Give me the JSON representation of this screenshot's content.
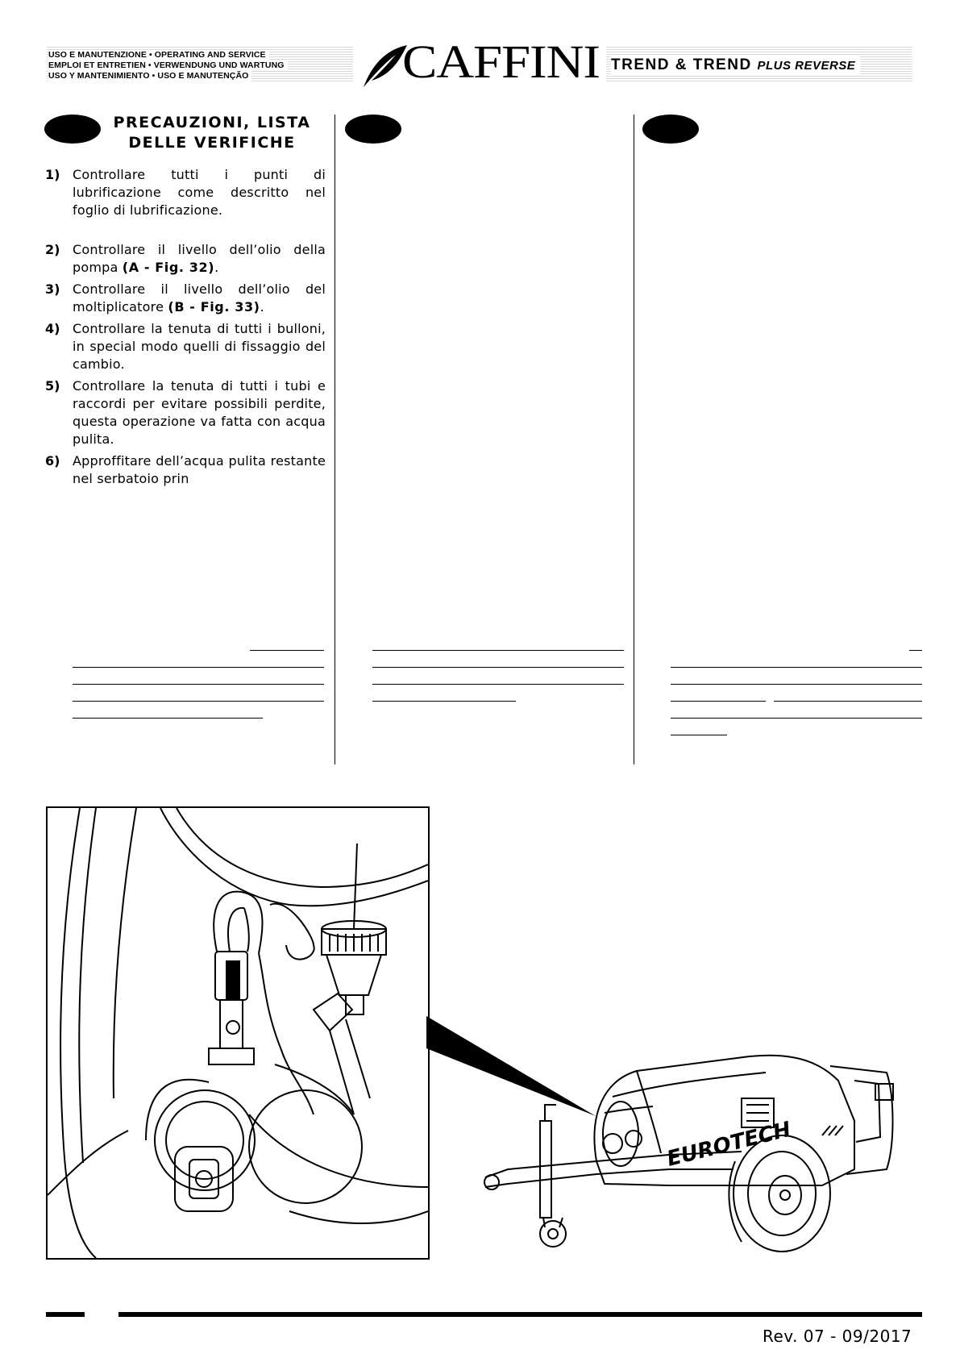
{
  "header": {
    "lines": [
      "USO E MANUTENZIONE • OPERATING AND SERVICE",
      "EMPLOI ET ENTRETIEN • VERWENDUNG UND WARTUNG",
      "USO Y MANTENIMIENTO • USO E MANUTENÇÃO"
    ],
    "brand": "CAFFINI",
    "model_main": "TREND & TREND",
    "model_plus": "PLUS REVERSE"
  },
  "section": {
    "title": "PRECAUZIONI, LISTA DELLE VERIFICHE",
    "items": [
      {
        "num": "1)",
        "text": "Controllare tutti i punti di lubrificazione come descritto nel foglio di lubrificazione."
      },
      {
        "num": "2)",
        "text": "Controllare il livello dell’olio della pompa ",
        "ref": "(A - Fig. 32)",
        "after": "."
      },
      {
        "num": "3)",
        "text": "Controllare il livello dell’olio del moltiplicatore ",
        "ref": "(B - Fig. 33)",
        "after": "."
      },
      {
        "num": "4)",
        "text": "Controllare la tenuta di tutti i bulloni, in special modo quelli di fissaggio del cambio."
      },
      {
        "num": "5)",
        "text": "Controllare la tenuta di tutti i tubi e raccordi per evitare possibili perdite, questa operazione va fatta con acqua pulita."
      },
      {
        "num": "6)",
        "text": "Approffitare dell’acqua pulita restante nel serbatoio prin"
      }
    ]
  },
  "figure": {
    "machine_label": "EUROTECH"
  },
  "footer": {
    "revision": "Rev. 07 - 09/2017"
  }
}
